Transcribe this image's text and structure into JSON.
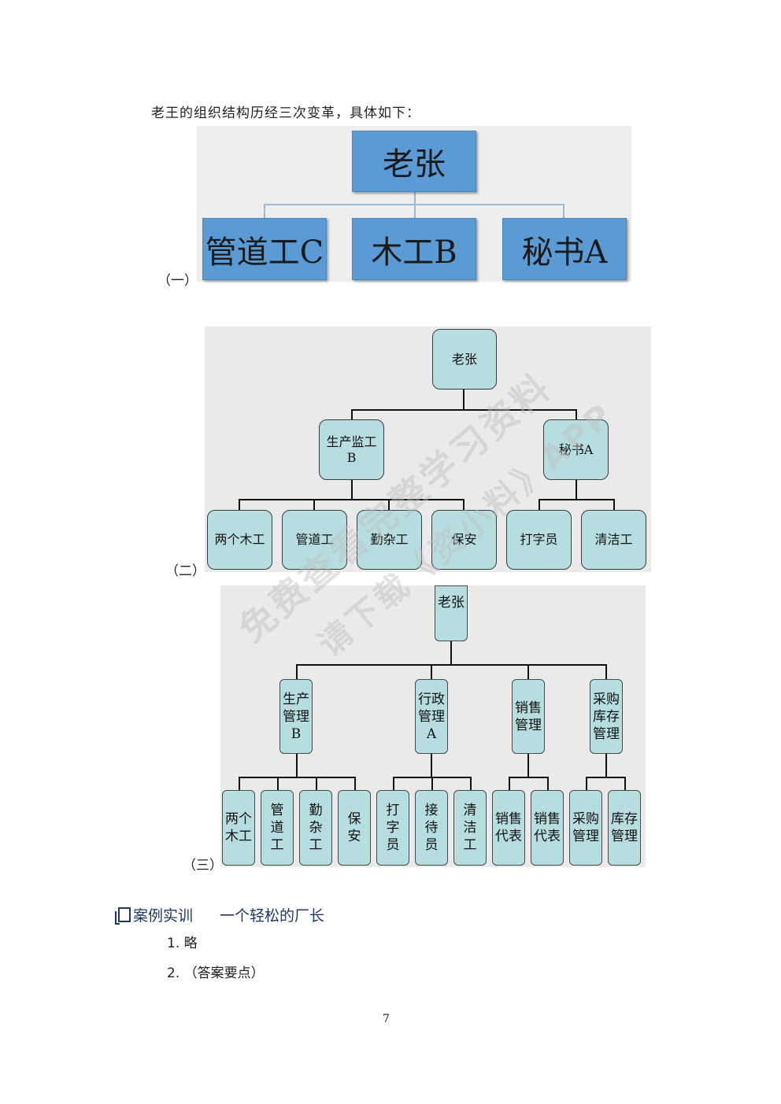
{
  "intro_text": "老王的组织结构历经三次变革，具体如下：",
  "chart1": {
    "label": "（一）",
    "root": "老张",
    "children": [
      "管道工C",
      "木工B",
      "秘书A"
    ]
  },
  "chart2": {
    "label": "（二）",
    "root": "老张",
    "managers": [
      {
        "name": "生产监工\nB",
        "subs": [
          "两个木工",
          "管道工",
          "勤杂工",
          "保安"
        ]
      },
      {
        "name": "秘书A",
        "subs": [
          "打字员",
          "清洁工"
        ]
      }
    ]
  },
  "chart3": {
    "label": "（三）",
    "root": "老张",
    "managers": [
      {
        "name": "生产\n管理\nB",
        "subs": [
          "两个\n木工",
          "管\n道\n工",
          "勤\n杂\n工",
          "保\n安"
        ]
      },
      {
        "name": "行政\n管理\nA",
        "subs": [
          "打\n字\n员",
          "接\n待\n员",
          "清\n洁\n工"
        ]
      },
      {
        "name": "销售\n管理",
        "subs": [
          "销售\n代表",
          "销售\n代表"
        ]
      },
      {
        "name": "采购\n库存\n管理",
        "subs": [
          "采购\n管理",
          "库存\n管理"
        ]
      }
    ]
  },
  "watermark": [
    "免费查看完整学习资料",
    "请下载《资小料》APP"
  ],
  "case": {
    "heading": "案例实训",
    "title": "一个轻松的厂长",
    "items": [
      "1. 略",
      "2. （答案要点）"
    ]
  },
  "page_number": "7"
}
